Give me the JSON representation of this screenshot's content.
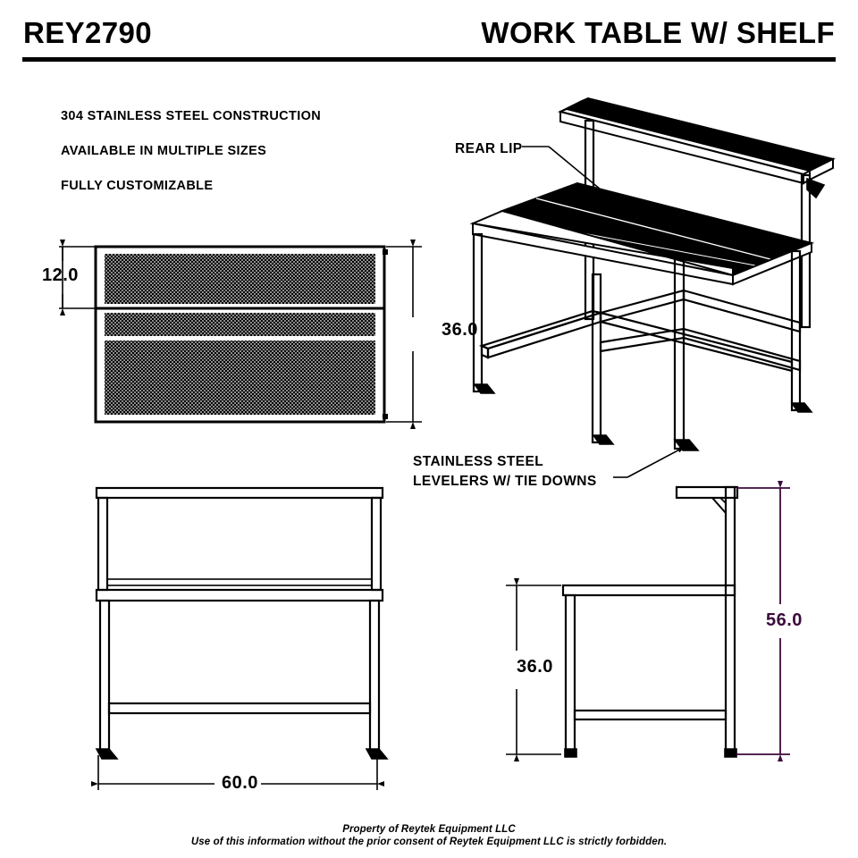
{
  "header": {
    "part_number": "REY2790",
    "drawing_title": "WORK TABLE W/ SHELF"
  },
  "features": [
    "304 STAINLESS STEEL CONSTRUCTION",
    "AVAILABLE IN MULTIPLE SIZES",
    "FULLY CUSTOMIZABLE"
  ],
  "callouts": {
    "rear_lip": "REAR LIP",
    "levelers_line1": "STAINLESS STEEL",
    "levelers_line2": "LEVELERS W/ TIE DOWNS"
  },
  "dimensions": {
    "top_view_shelf_depth": "12.0",
    "top_view_overall_depth": "36.0",
    "front_view_width": "60.0",
    "side_view_work_height": "36.0",
    "side_view_overall_height": "56.0"
  },
  "colors": {
    "line": "#000000",
    "accent_dimension": "#3b0a3b",
    "background": "#ffffff"
  },
  "footer": {
    "line1": "Property of Reytek Equipment LLC",
    "line2": "Use of this information without the prior consent of Reytek Equipment LLC is strictly forbidden."
  }
}
